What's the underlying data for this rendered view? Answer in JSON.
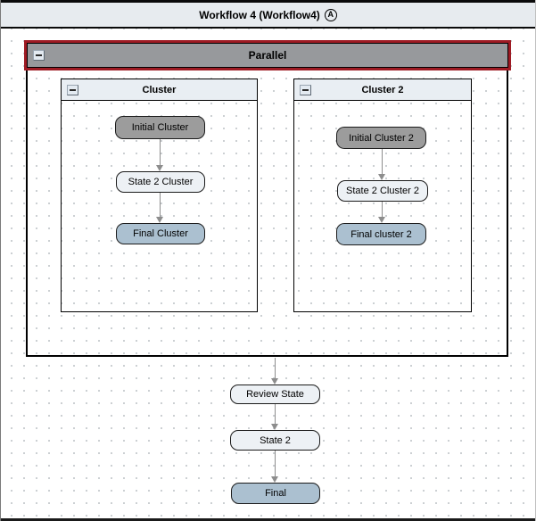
{
  "header": {
    "title": "Workflow 4 (Workflow4)",
    "badge": "A"
  },
  "parallel": {
    "label": "Parallel"
  },
  "clusters": [
    {
      "label": "Cluster",
      "nodes": [
        {
          "label": "Initial Cluster",
          "kind": "initial"
        },
        {
          "label": "State 2 Cluster",
          "kind": "state"
        },
        {
          "label": "Final Cluster",
          "kind": "final"
        }
      ]
    },
    {
      "label": "Cluster 2",
      "nodes": [
        {
          "label": "Initial Cluster 2",
          "kind": "initial"
        },
        {
          "label": "State 2 Cluster 2",
          "kind": "state"
        },
        {
          "label": "Final cluster 2",
          "kind": "final"
        }
      ]
    }
  ],
  "main_flow": [
    {
      "label": "Review State",
      "kind": "state"
    },
    {
      "label": "State 2",
      "kind": "state"
    },
    {
      "label": "Final",
      "kind": "final"
    }
  ],
  "icons": {
    "collapse": "minus-icon",
    "workflow_badge": "circled-a-icon"
  },
  "colors": {
    "selection_red": "#9e1b24",
    "parallel_header_gray": "#97999c",
    "panel_header": "#e9eef3",
    "titlebar": "#e7ebef",
    "node_initial": "#9c9c9c",
    "node_state": "#edf1f5",
    "node_final": "#abc0d0",
    "arrow_gray": "#8d8d8d"
  }
}
